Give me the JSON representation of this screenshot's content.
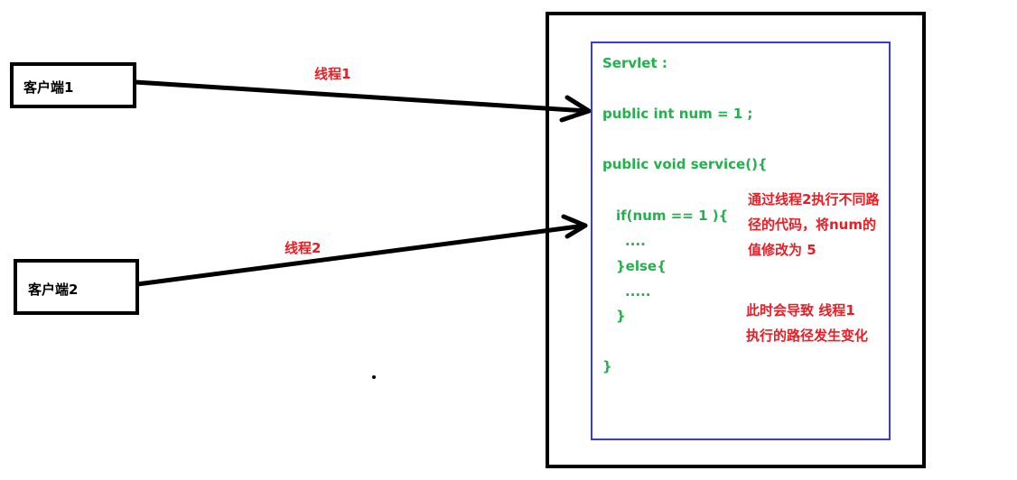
{
  "clients": [
    {
      "label": "客户端1"
    },
    {
      "label": "客户端2"
    }
  ],
  "threads": [
    {
      "label": "线程1"
    },
    {
      "label": "线程2"
    }
  ],
  "code": {
    "lines": [
      "Servlet :",
      "public int num = 1 ;",
      "public void service(){",
      "if(num == 1 ){",
      "....",
      "}else{",
      ".....",
      "}",
      "}"
    ]
  },
  "notes": {
    "note1": [
      "通过线程2执行不同路",
      "径的代码，将num的",
      "值修改为 5"
    ],
    "note2": [
      "此时会导致 线程1",
      "执行的路径发生变化"
    ]
  },
  "colors": {
    "code": "#22b14c",
    "note": "#ed1c24",
    "inner_border": "#3b3bd6",
    "arrow": "#000000"
  }
}
